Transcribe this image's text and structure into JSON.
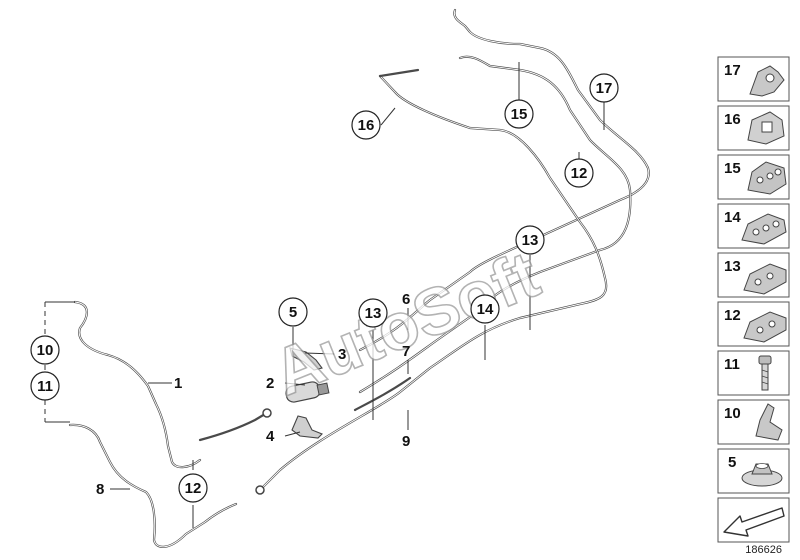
{
  "callouts": [
    {
      "label": "16"
    },
    {
      "label": "15"
    },
    {
      "label": "17"
    },
    {
      "label": "12"
    },
    {
      "label": "13"
    },
    {
      "label": "14"
    },
    {
      "label": "13"
    },
    {
      "label": "5"
    },
    {
      "label": "10"
    },
    {
      "label": "11"
    },
    {
      "label": "12"
    }
  ],
  "plain_labels": [
    {
      "label": "6"
    },
    {
      "label": "7"
    },
    {
      "label": "9"
    },
    {
      "label": "3"
    },
    {
      "label": "2"
    },
    {
      "label": "4"
    },
    {
      "label": "1"
    },
    {
      "label": "8"
    }
  ],
  "legend": [
    {
      "label": "17",
      "icon": "clip-17-icon"
    },
    {
      "label": "16",
      "icon": "clip-16-icon"
    },
    {
      "label": "15",
      "icon": "clip-15-icon"
    },
    {
      "label": "14",
      "icon": "clip-14-icon"
    },
    {
      "label": "13",
      "icon": "clip-13-icon"
    },
    {
      "label": "12",
      "icon": "clip-12-icon"
    },
    {
      "label": "11",
      "icon": "bolt-icon"
    },
    {
      "label": "10",
      "icon": "bracket-clip-icon"
    },
    {
      "label": "5",
      "icon": "nut-icon"
    },
    {
      "label": "",
      "icon": "arrow-icon"
    }
  ],
  "watermark": "AutoSoft",
  "diagram_id": "186626",
  "colors": {
    "line": "#4a4a4a",
    "panel_border": "#555555",
    "panel_fill": "#ffffff"
  }
}
